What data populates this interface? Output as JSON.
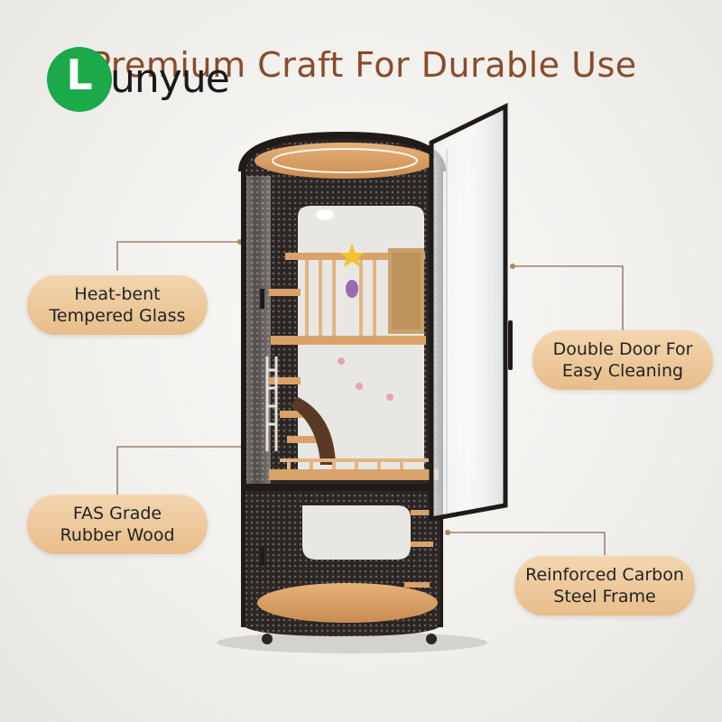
{
  "title": "Premium Craft For Durable Use",
  "logo": {
    "letter": "L",
    "word": "unyue",
    "color": "#1ca94a"
  },
  "features": [
    {
      "line1": "Heat-bent",
      "line2": "Tempered Glass"
    },
    {
      "line1": "Double Door For",
      "line2": "Easy Cleaning"
    },
    {
      "line1": "FAS Grade",
      "line2": "Rubber Wood"
    },
    {
      "line1": "Reinforced Carbon",
      "line2": "Steel Frame"
    }
  ],
  "colors": {
    "accent": "#8a4b2a",
    "pill": "#ecc495",
    "frame": "#2b2624",
    "wood": "#d9a26a"
  }
}
